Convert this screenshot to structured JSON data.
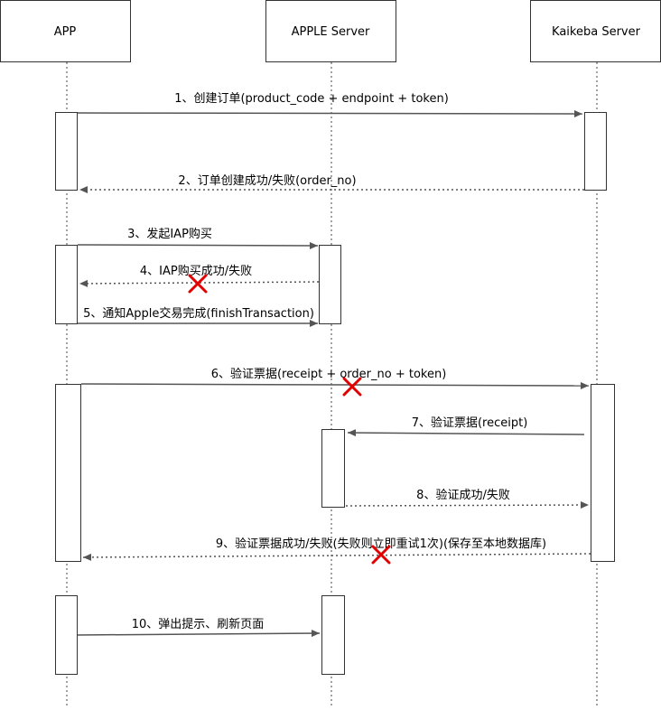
{
  "participants": [
    {
      "id": "app",
      "label": "APP"
    },
    {
      "id": "apple",
      "label": "APPLE Server"
    },
    {
      "id": "kkb",
      "label": "Kaikeba Server"
    }
  ],
  "messages": [
    {
      "id": "m1",
      "label": "1、创建订单(product_code + endpoint + token)",
      "from": "app",
      "to": "kkb",
      "style": "solid"
    },
    {
      "id": "m2",
      "label": "2、订单创建成功/失败(order_no)",
      "from": "kkb",
      "to": "app",
      "style": "dashed"
    },
    {
      "id": "m3",
      "label": "3、发起IAP购买",
      "from": "app",
      "to": "apple",
      "style": "solid"
    },
    {
      "id": "m4",
      "label": "4、IAP购买成功/失败",
      "from": "apple",
      "to": "app",
      "style": "dashed",
      "failure": true
    },
    {
      "id": "m5",
      "label": "5、通知Apple交易完成(finishTransaction)",
      "from": "app",
      "to": "apple",
      "style": "solid"
    },
    {
      "id": "m6",
      "label": "6、验证票据(receipt + order_no + token)",
      "from": "app",
      "to": "kkb",
      "style": "solid",
      "failure": true
    },
    {
      "id": "m7",
      "label": "7、验证票据(receipt)",
      "from": "kkb",
      "to": "apple",
      "style": "solid"
    },
    {
      "id": "m8",
      "label": "8、验证成功/失败",
      "from": "apple",
      "to": "kkb",
      "style": "dashed"
    },
    {
      "id": "m9",
      "label": "9、验证票据成功/失败(失败则立即重试1次)(保存至本地数据库)",
      "from": "kkb",
      "to": "app",
      "style": "dashed",
      "failure": true
    },
    {
      "id": "m10",
      "label": "10、弹出提示、刷新页面",
      "from": "app",
      "to": "apple",
      "style": "solid"
    }
  ],
  "colors": {
    "failure_mark": "#e00000",
    "line": "#555555",
    "border": "#333333"
  }
}
